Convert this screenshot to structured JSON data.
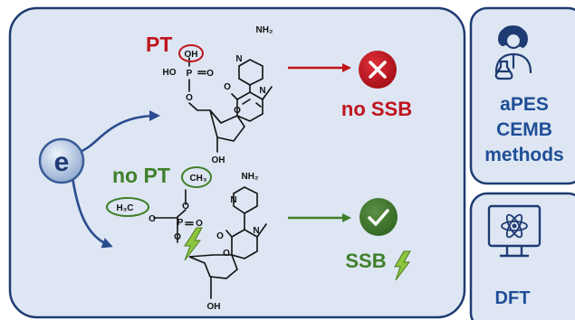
{
  "electron_label": "e",
  "pt": {
    "label": "PT",
    "result": "no SSB",
    "color": "#c0141d",
    "groups": {
      "oh": "OH",
      "ho": "HO",
      "p": "P",
      "o": "O",
      "nh2": "NH₂",
      "n": "N",
      "oh_bottom": "OH"
    }
  },
  "nopt": {
    "label": "no PT",
    "result": "SSB",
    "color": "#3f7f2a",
    "groups": {
      "ch3": "CH₃",
      "h3c": "H₃C",
      "p": "P",
      "o": "O",
      "nh2": "NH₂",
      "n": "N",
      "oh_bottom": "OH"
    }
  },
  "side_panels": {
    "top": {
      "lines": [
        "aPES",
        "CEMB",
        "methods"
      ]
    },
    "bottom": {
      "label": "DFT"
    }
  },
  "colors": {
    "panel_bg": "#dde6f2",
    "panel_border": "#1f3b73",
    "accent_blue": "#2a4c8e",
    "heading_blue": "#1f4e96",
    "lightning": "#8cc63f"
  },
  "icons": [
    "scientist-icon",
    "monitor-atom-icon",
    "cross-icon",
    "check-icon",
    "lightning-icon"
  ]
}
